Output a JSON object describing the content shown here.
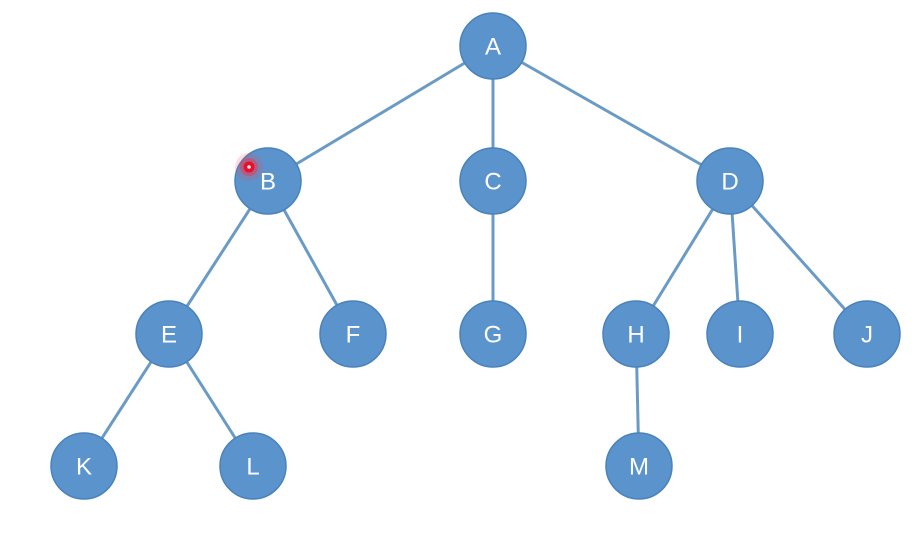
{
  "tree": {
    "nodes": [
      {
        "id": "A",
        "label": "A"
      },
      {
        "id": "B",
        "label": "B"
      },
      {
        "id": "C",
        "label": "C"
      },
      {
        "id": "D",
        "label": "D"
      },
      {
        "id": "E",
        "label": "E"
      },
      {
        "id": "F",
        "label": "F"
      },
      {
        "id": "G",
        "label": "G"
      },
      {
        "id": "H",
        "label": "H"
      },
      {
        "id": "I",
        "label": "I"
      },
      {
        "id": "J",
        "label": "J"
      },
      {
        "id": "K",
        "label": "K"
      },
      {
        "id": "L",
        "label": "L"
      },
      {
        "id": "M",
        "label": "M"
      }
    ],
    "edges": [
      [
        "A",
        "B"
      ],
      [
        "A",
        "C"
      ],
      [
        "A",
        "D"
      ],
      [
        "B",
        "E"
      ],
      [
        "B",
        "F"
      ],
      [
        "C",
        "G"
      ],
      [
        "D",
        "H"
      ],
      [
        "D",
        "I"
      ],
      [
        "D",
        "J"
      ],
      [
        "E",
        "K"
      ],
      [
        "E",
        "L"
      ],
      [
        "H",
        "M"
      ]
    ]
  },
  "colors": {
    "node_fill": "#5b94cc",
    "edge": "#6a9bc6",
    "label": "#ffffff",
    "pointer": "#e8112d"
  }
}
